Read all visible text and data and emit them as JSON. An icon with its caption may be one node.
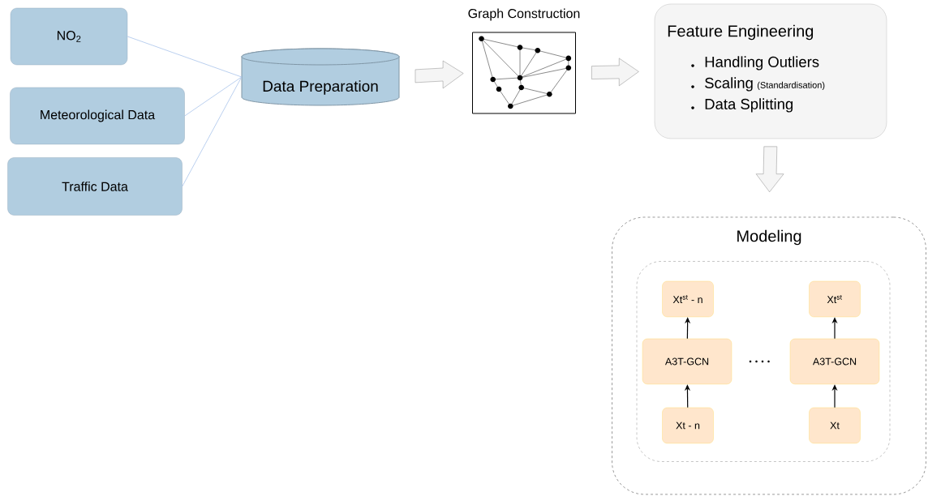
{
  "diagram": {
    "nodes": [
      {
        "text": [
          "NO$_{2}$"
        ]
      },
      {
        "text": [
          "Meteorological Data"
        ]
      },
      {
        "text": [
          "Traffic Data"
        ]
      },
      {
        "text": [
          "Data Preparation"
        ]
      },
      {
        "text": [
          "Graph Construction"
        ]
      },
      {
        "text": [
          "Feature Engineering",
          "Handling Outliers",
          "Scaling",
          "(Standardisation)",
          "Data Splitting"
        ]
      },
      {
        "text": [
          "Modeling"
        ]
      },
      {
        "text": [],
        "shape": "box",
        "in": 6
      },
      {
        "text": [
          "Xt$^{st}$ - n"
        ],
        "in": 7
      },
      {
        "text": [
          "Xt$^{st}$"
        ],
        "in": 7
      },
      {
        "text": [
          "A3T-GCN"
        ],
        "in": 7
      },
      {
        "text": [
          "A3T-GCN"
        ],
        "in": 7
      },
      {
        "text": [
          "Xt - n"
        ],
        "in": 7
      },
      {
        "text": [
          "Xt"
        ],
        "in": 7
      }
    ],
    "edges": [
      {
        "from": 0,
        "to": 3,
        "arrow": "none",
        "color": "#a9c4eb"
      },
      {
        "from": 1,
        "to": 3,
        "arrow": "none",
        "color": "#a9c4eb"
      },
      {
        "from": 2,
        "to": 3,
        "arrow": "none",
        "color": "#a9c4eb"
      },
      {
        "from": 3,
        "to": 4,
        "arrow": "to"
      },
      {
        "from": 4,
        "to": 5,
        "arrow": "to"
      },
      {
        "from": 5,
        "to": 6,
        "arrow": "to"
      },
      {
        "from": 12,
        "to": 10,
        "arrow": "to"
      },
      {
        "from": 10,
        "to": 8,
        "arrow": "to"
      },
      {
        "from": 13,
        "to": 11,
        "arrow": "to"
      },
      {
        "from": 11,
        "to": 9,
        "arrow": "to"
      }
    ]
  }
}
